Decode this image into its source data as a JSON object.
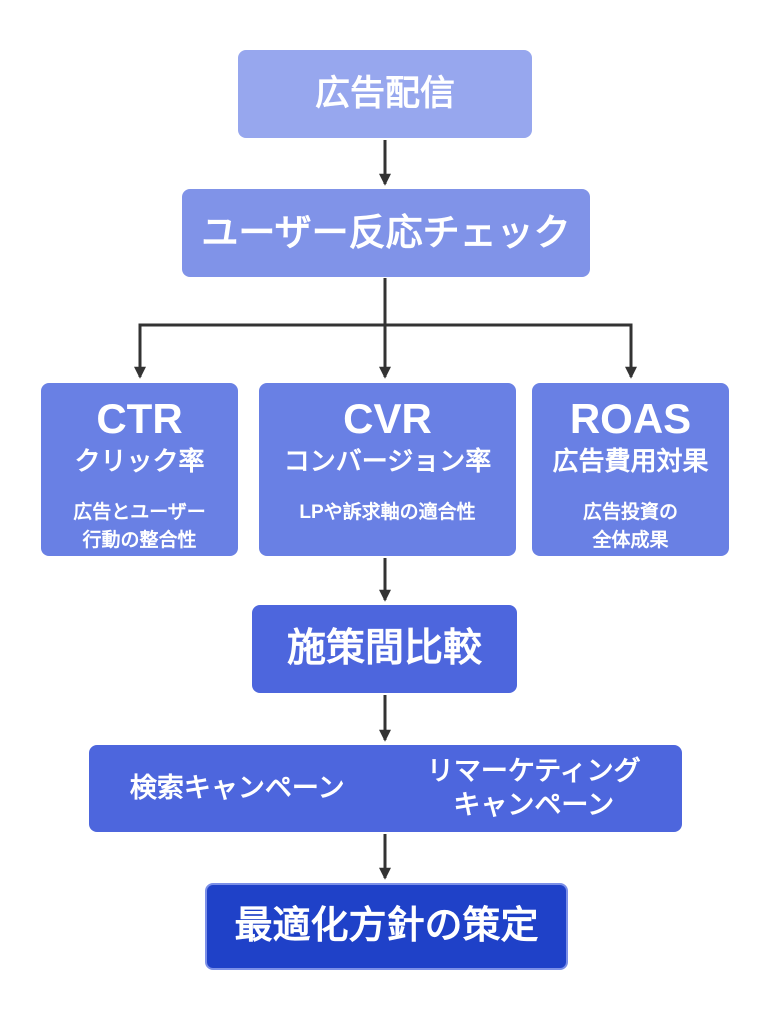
{
  "diagram": {
    "type": "flowchart",
    "direction": "top-down"
  },
  "nodes": {
    "ad_delivery": {
      "label": "広告配信"
    },
    "user_response_check": {
      "label": "ユーザー反応チェック"
    },
    "ctr": {
      "title": "CTR",
      "subtitle": "クリック率",
      "description": "広告とユーザー\n行動の整合性"
    },
    "cvr": {
      "title": "CVR",
      "subtitle": "コンバージョン率",
      "description": "LPや訴求軸の適合性"
    },
    "roas": {
      "title": "ROAS",
      "subtitle": "広告費用対果",
      "description": "広告投資の\n全体成果"
    },
    "comparison": {
      "label": "施策間比較"
    },
    "campaigns": {
      "search_label": "検索キャンペーン",
      "remarketing_label": "リマーケティング\nキャンペーン"
    },
    "optimization": {
      "label": "最適化方針の策定"
    }
  },
  "edges": [
    {
      "from": "ad_delivery",
      "to": "user_response_check"
    },
    {
      "from": "user_response_check",
      "to": "ctr"
    },
    {
      "from": "user_response_check",
      "to": "cvr"
    },
    {
      "from": "user_response_check",
      "to": "roas"
    },
    {
      "from": "cvr",
      "to": "comparison"
    },
    {
      "from": "comparison",
      "to": "campaigns"
    },
    {
      "from": "campaigns",
      "to": "optimization"
    }
  ],
  "colors": {
    "background": "#ffffff",
    "text": "#ffffff",
    "connector": "#333333",
    "node_level1": "#97a7ee",
    "node_level2": "#8093e8",
    "node_level3": "#6980e4",
    "node_level4": "#4d66dd",
    "node_level5": "#1f41c8"
  }
}
